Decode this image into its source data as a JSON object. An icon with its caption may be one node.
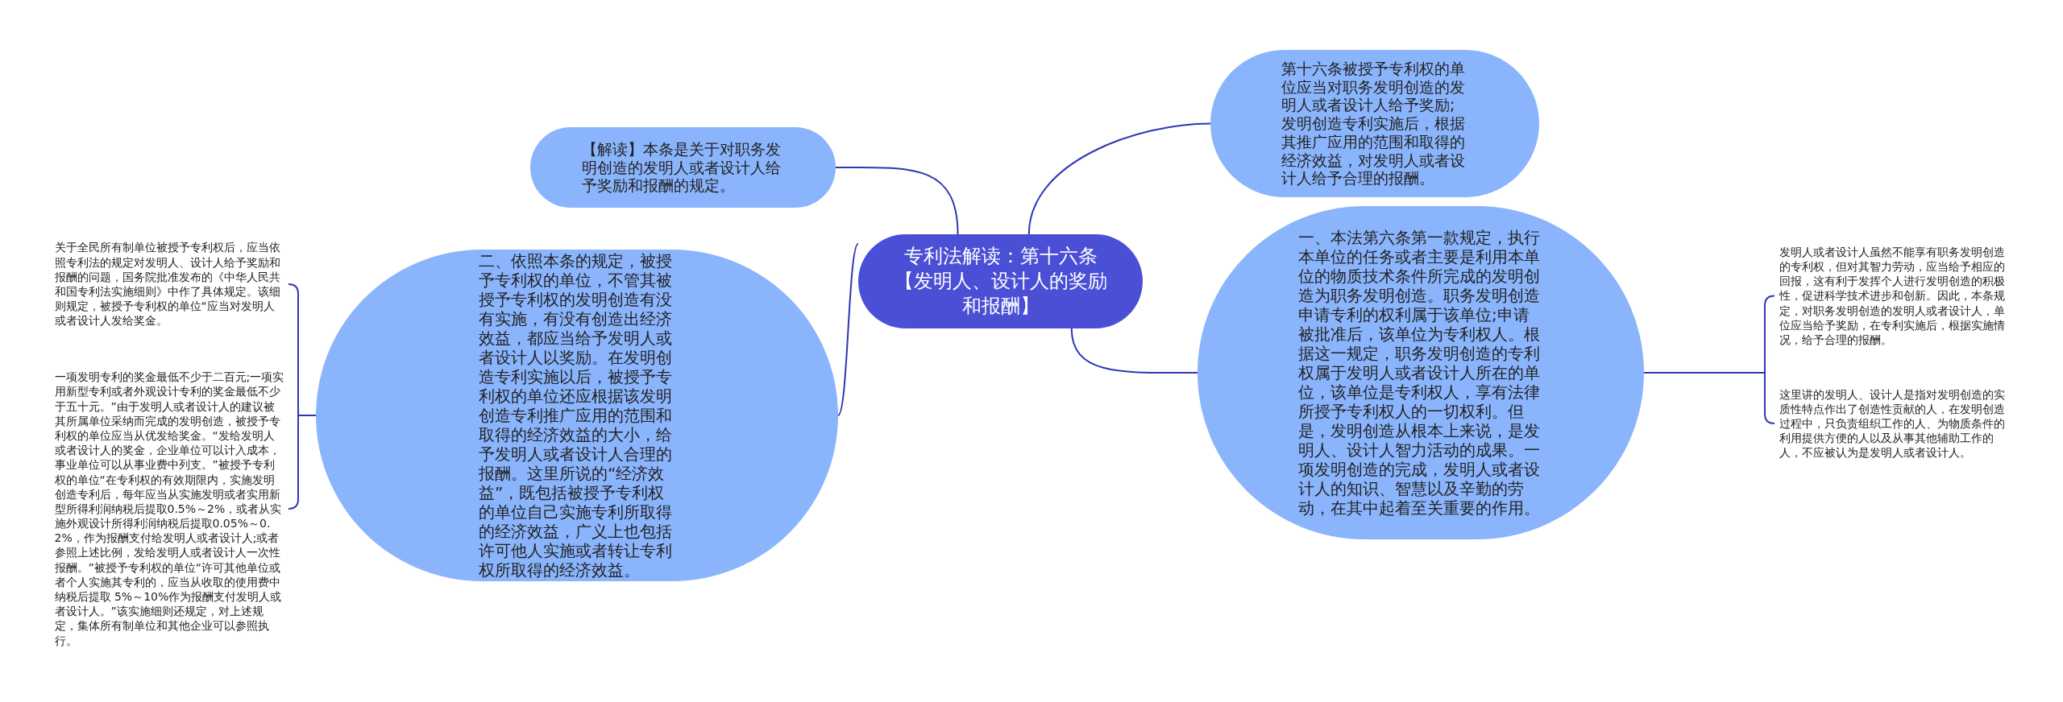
{
  "diagram": {
    "nodes": [
      {
        "text": [
          "专利法解读：第十六条【发明人、设计人的奖励和报酬】"
        ]
      },
      {
        "text": [
          "【解读】本条是关于对职务发明创造的发明人或者设计人给予奖励和报酬的规定。"
        ]
      },
      {
        "text": [
          "第十六条被授予专利权的单位应当对职务发明创造的发明人或者设计人给予奖励;发明创造专利实施后，根据其推广应用的范围和取得的经济效益，对发明人或者设计人给予合理的报酬。"
        ]
      },
      {
        "text": [
          "二、依照本条的规定，被授予专利权的单位，不管其被授予专利权的发明创造有没有实施，有没有创造出经济效益，都应当给予发明人或者设计人以奖励。在发明创造专利实施以后，被授予专利权的单位还应根据该发明创造专利推广应用的范围和取得的经济效益的大小，给予发明人或者设计人合理的报酬。这里所说的“经济效益”，既包括被授予专利权的单位自己实施专利所取得的经济效益，广义上也包括许可他人实施或者转让专利权所取得的经济效益。"
        ]
      },
      {
        "text": [
          "一、本法第六条第一款规定，执行本单位的任务或者主要是利用本单位的物质技术条件所完成的发明创造为职务发明创造。职务发明创造申请专利的权利属于该单位;申请被批准后，该单位为专利权人。根据这一规定，职务发明创造的专利权属于发明人或者设计人所在的单位，该单位是专利权人，享有法律所授予专利权人的一切权利。但是，发明创造从根本上来说，是发明人、设计人智力活动的成果。一项发明创造的完成，发明人或者设计人的知识、智慧以及辛勤的劳动，在其中起着至关重要的作用。"
        ]
      },
      {
        "text": [
          "关于全民所有制单位被授予专利权后，应当依照专利法的规定对发明人、设计人给予奖励和报酬的问题，国务院批准发布的《中华人民共和国专利法实施细则》中作了具体规定。该细则规定，被授予专利权的单位“应当对发明人或者设计人发给奖金。"
        ]
      },
      {
        "text": [
          "一项发明专利的奖金最低不少于二百元;一项实用新型专利或者外观设计专利的奖金最低不少于五十元。”由于发明人或者设计人的建议被其所属单位采纳而完成的发明创造，被授予专利权的单位应当从优发给奖金。“发给发明人或者设计人的奖金，企业单位可以计入成本，事业单位可以从事业费中列支。”被授予专利权的单位“在专利权的有效期限内，实施发明创造专利后，每年应当从实施发明或者实用新型所得利润纳税后提取0.5%～2%，或者从实施外观设计所得利润纳税后提取0.05%～0.2%，作为报酬支付给发明人或者设计人;或者参照上述比例，发给发明人或者设计人一次性报酬。”被授予专利权的单位“许可其他单位或者个人实施其专利的，应当从收取的使用费中纳税后提取 5%～10%作为报酬支付发明人或者设计人。”该实施细则还规定，对上述规定，集体所有制单位和其他企业可以参照执行。"
        ]
      },
      {
        "text": [
          "发明人或者设计人虽然不能享有职务发明创造的专利权，但对其智力劳动，应当给予相应的回报，这有利于发挥个人进行发明创造的积极性，促进科学技术进步和创新。因此，本条规定，对职务发明创造的发明人或者设计人，单位应当给予奖励，在专利实施后，根据实施情况，给予合理的报酬。"
        ]
      },
      {
        "text": [
          "这里讲的发明人、设计人是指对发明创造的实质性特点作出了创造性贡献的人，在发明创造过程中，只负责组织工作的人、为物质条件的利用提供方便的人以及从事其他辅助工作的人，不应被认为是发明人或者设计人。"
        ]
      }
    ],
    "edges": [
      {
        "from": 0,
        "to": 1,
        "arrow": "none"
      },
      {
        "from": 0,
        "to": 2,
        "arrow": "none"
      },
      {
        "from": 0,
        "to": 3,
        "arrow": "none"
      },
      {
        "from": 0,
        "to": 4,
        "arrow": "none"
      },
      {
        "from": 3,
        "to": 5,
        "arrow": "none"
      },
      {
        "from": 3,
        "to": 6,
        "arrow": "none"
      },
      {
        "from": 4,
        "to": 7,
        "arrow": "none"
      },
      {
        "from": 4,
        "to": 8,
        "arrow": "none"
      }
    ]
  }
}
